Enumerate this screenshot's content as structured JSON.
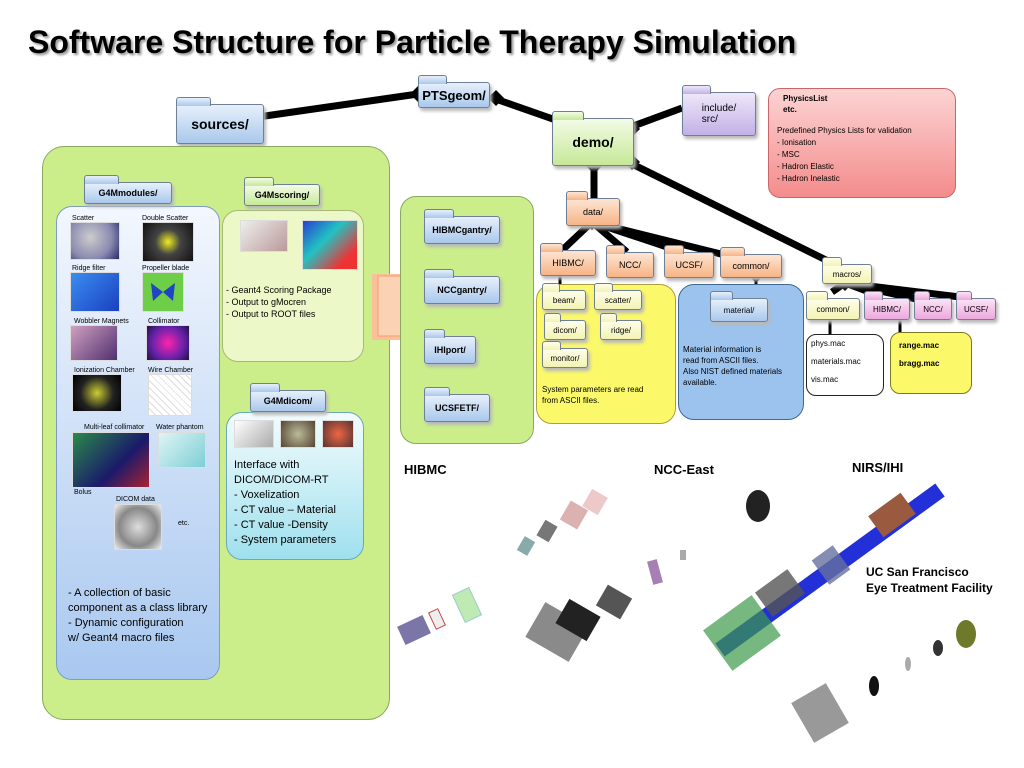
{
  "title": "Software Structure for  Particle Therapy Simulation",
  "folders": {
    "ptsgeom": "PTSgeom/",
    "sources": "sources/",
    "demo": "demo/",
    "include_src": "include/\nsrc/",
    "g4mmodules": "G4Mmodules/",
    "g4mscoring": "G4Mscoring/",
    "g4mdicom": "G4Mdicom/",
    "hibmcgantry": "HIBMCgantry/",
    "nccgantry": "NCCgantry/",
    "ihiport": "IHIport/",
    "ucsfetf": "UCSFETF/",
    "data": "data/",
    "hibmc": "HIBMC/",
    "ncc": "NCC/",
    "ucsf": "UCSF/",
    "common": "common/",
    "beam": "beam/",
    "scatter": "scatter/",
    "dicom": "dicom/",
    "ridge": "ridge/",
    "monitor": "monitor/",
    "material": "material/",
    "macros": "macros/",
    "m_common": "common/",
    "m_hibmc": "HIBMC/",
    "m_ncc": "NCC/",
    "m_ucsf": "UCSF/"
  },
  "physics": {
    "head": "PhysicsList\n       etc.",
    "body": "Predefined Physics Lists for validation\n   - Ionisation\n   - MSC\n   - Hadron Elastic\n   - Hadron Inelastic"
  },
  "modules": {
    "items": [
      "Scatter",
      "Double Scatter",
      "Ridge filter",
      "Propeller blade",
      "Wobbler Magnets",
      "Collimator",
      "Ionization Chamber",
      "Wire Chamber",
      "Multi-leaf collimator",
      "Water phantom",
      "Bolus",
      "DICOM data",
      "etc."
    ],
    "desc": "- A collection of basic\ncomponent as a class library\n- Dynamic configuration\nw/ Geant4 macro files"
  },
  "scoring_desc": " -  Geant4 Scoring Package\n - Output to gMocren\n - Output to ROOT files",
  "dicom_desc": "Interface with\nDICOM/DICOM-RT\n   - Voxelization\n  - CT value – Material\n  - CT value -Density\n  -  System parameters",
  "system_params": "System parameters are read\nfrom ASCII files.",
  "material_info": "Material information is\nread from ASCII files.\nAlso NIST defined  materials\navailable.",
  "macros_common": "phys.mac\n\nmaterials.mac\n\n   vis.mac",
  "macros_hibmc": "range.mac\n\nbragg.mac",
  "facilities": {
    "hibmc": "HIBMC",
    "ncc": "NCC-East",
    "nirs": "NIRS/IHI",
    "ucsf": "UC San Francisco\nEye Treatment Facility"
  },
  "colors": {
    "green_panel": "#cbee8a",
    "blue_panel": "#a9c8f0",
    "yellow_panel": "#fbf86a",
    "material_panel": "#9cc3ee",
    "physics_panel": "#f59a9a",
    "beamline": "#2330d8"
  }
}
